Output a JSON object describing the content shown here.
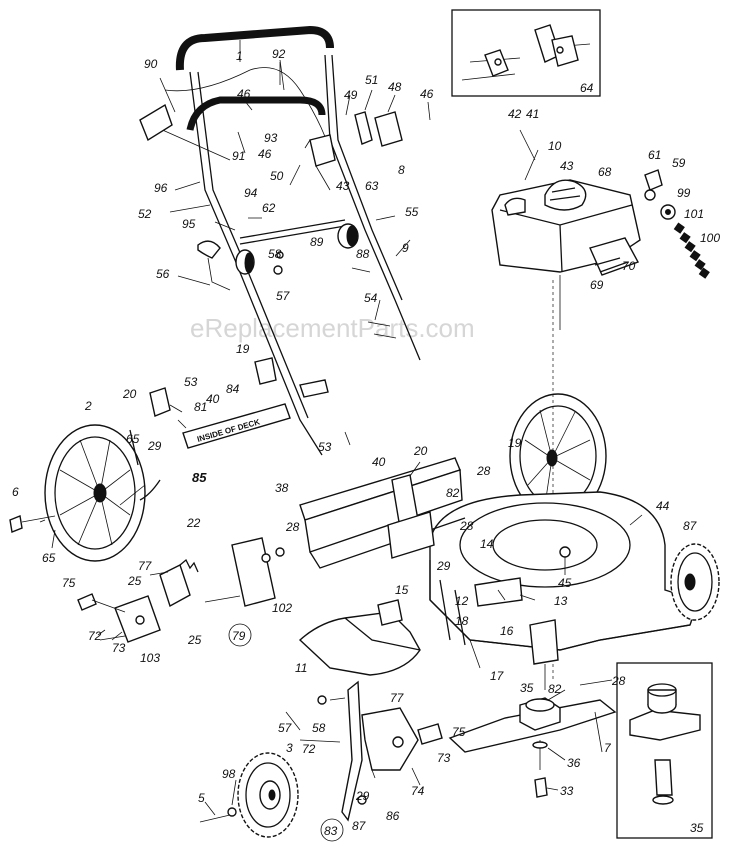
{
  "watermark": "eReplacementParts.com",
  "deck_label": "INSIDE OF DECK",
  "callouts": [
    {
      "id": "c1",
      "text": "1"
    },
    {
      "id": "c2",
      "text": "2"
    },
    {
      "id": "c3",
      "text": "3"
    },
    {
      "id": "c5",
      "text": "5"
    },
    {
      "id": "c6",
      "text": "6"
    },
    {
      "id": "c7",
      "text": "7"
    },
    {
      "id": "c8",
      "text": "8"
    },
    {
      "id": "c9",
      "text": "9"
    },
    {
      "id": "c10",
      "text": "10"
    },
    {
      "id": "c11",
      "text": "11"
    },
    {
      "id": "c12",
      "text": "12"
    },
    {
      "id": "c13",
      "text": "13"
    },
    {
      "id": "c14",
      "text": "14"
    },
    {
      "id": "c15",
      "text": "15"
    },
    {
      "id": "c16",
      "text": "16"
    },
    {
      "id": "c17",
      "text": "17"
    },
    {
      "id": "c18",
      "text": "18"
    },
    {
      "id": "c19a",
      "text": "19"
    },
    {
      "id": "c19b",
      "text": "19"
    },
    {
      "id": "c20a",
      "text": "20"
    },
    {
      "id": "c20b",
      "text": "20"
    },
    {
      "id": "c22",
      "text": "22"
    },
    {
      "id": "c25a",
      "text": "25"
    },
    {
      "id": "c25b",
      "text": "25"
    },
    {
      "id": "c28a",
      "text": "28"
    },
    {
      "id": "c28b",
      "text": "28"
    },
    {
      "id": "c28c",
      "text": "28"
    },
    {
      "id": "c28d",
      "text": "28"
    },
    {
      "id": "c29a",
      "text": "29"
    },
    {
      "id": "c29b",
      "text": "29"
    },
    {
      "id": "c29c",
      "text": "29"
    },
    {
      "id": "c33",
      "text": "33"
    },
    {
      "id": "c35a",
      "text": "35"
    },
    {
      "id": "c35b",
      "text": "35"
    },
    {
      "id": "c36",
      "text": "36"
    },
    {
      "id": "c38",
      "text": "38"
    },
    {
      "id": "c40a",
      "text": "40"
    },
    {
      "id": "c40b",
      "text": "40"
    },
    {
      "id": "c41",
      "text": "41"
    },
    {
      "id": "c42",
      "text": "42"
    },
    {
      "id": "c43a",
      "text": "43"
    },
    {
      "id": "c43b",
      "text": "43"
    },
    {
      "id": "c44",
      "text": "44"
    },
    {
      "id": "c45",
      "text": "45"
    },
    {
      "id": "c46a",
      "text": "46"
    },
    {
      "id": "c46b",
      "text": "46"
    },
    {
      "id": "c46c",
      "text": "46"
    },
    {
      "id": "c48",
      "text": "48"
    },
    {
      "id": "c49",
      "text": "49"
    },
    {
      "id": "c50",
      "text": "50"
    },
    {
      "id": "c51",
      "text": "51"
    },
    {
      "id": "c52",
      "text": "52"
    },
    {
      "id": "c53a",
      "text": "53"
    },
    {
      "id": "c53b",
      "text": "53"
    },
    {
      "id": "c54",
      "text": "54"
    },
    {
      "id": "c55",
      "text": "55"
    },
    {
      "id": "c56",
      "text": "56"
    },
    {
      "id": "c57a",
      "text": "57"
    },
    {
      "id": "c57b",
      "text": "57"
    },
    {
      "id": "c58a",
      "text": "58"
    },
    {
      "id": "c58b",
      "text": "58"
    },
    {
      "id": "c59",
      "text": "59"
    },
    {
      "id": "c61",
      "text": "61"
    },
    {
      "id": "c62",
      "text": "62"
    },
    {
      "id": "c63",
      "text": "63"
    },
    {
      "id": "c64",
      "text": "64"
    },
    {
      "id": "c65a",
      "text": "65"
    },
    {
      "id": "c65b",
      "text": "65"
    },
    {
      "id": "c68",
      "text": "68"
    },
    {
      "id": "c69",
      "text": "69"
    },
    {
      "id": "c70",
      "text": "70"
    },
    {
      "id": "c72a",
      "text": "72"
    },
    {
      "id": "c72b",
      "text": "72"
    },
    {
      "id": "c73a",
      "text": "73"
    },
    {
      "id": "c73b",
      "text": "73"
    },
    {
      "id": "c74",
      "text": "74"
    },
    {
      "id": "c75a",
      "text": "75"
    },
    {
      "id": "c75b",
      "text": "75"
    },
    {
      "id": "c77a",
      "text": "77"
    },
    {
      "id": "c77b",
      "text": "77"
    },
    {
      "id": "c79",
      "text": "79"
    },
    {
      "id": "c81",
      "text": "81"
    },
    {
      "id": "c82a",
      "text": "82"
    },
    {
      "id": "c82b",
      "text": "82"
    },
    {
      "id": "c83",
      "text": "83"
    },
    {
      "id": "c84",
      "text": "84"
    },
    {
      "id": "c85",
      "text": "85"
    },
    {
      "id": "c86",
      "text": "86"
    },
    {
      "id": "c87a",
      "text": "87"
    },
    {
      "id": "c87b",
      "text": "87"
    },
    {
      "id": "c88",
      "text": "88"
    },
    {
      "id": "c89",
      "text": "89"
    },
    {
      "id": "c90",
      "text": "90"
    },
    {
      "id": "c91",
      "text": "91"
    },
    {
      "id": "c92",
      "text": "92"
    },
    {
      "id": "c93",
      "text": "93"
    },
    {
      "id": "c94",
      "text": "94"
    },
    {
      "id": "c95",
      "text": "95"
    },
    {
      "id": "c96",
      "text": "96"
    },
    {
      "id": "c98",
      "text": "98"
    },
    {
      "id": "c99",
      "text": "99"
    },
    {
      "id": "c100",
      "text": "100"
    },
    {
      "id": "c101",
      "text": "101"
    },
    {
      "id": "c102",
      "text": "102"
    },
    {
      "id": "c103",
      "text": "103"
    }
  ]
}
